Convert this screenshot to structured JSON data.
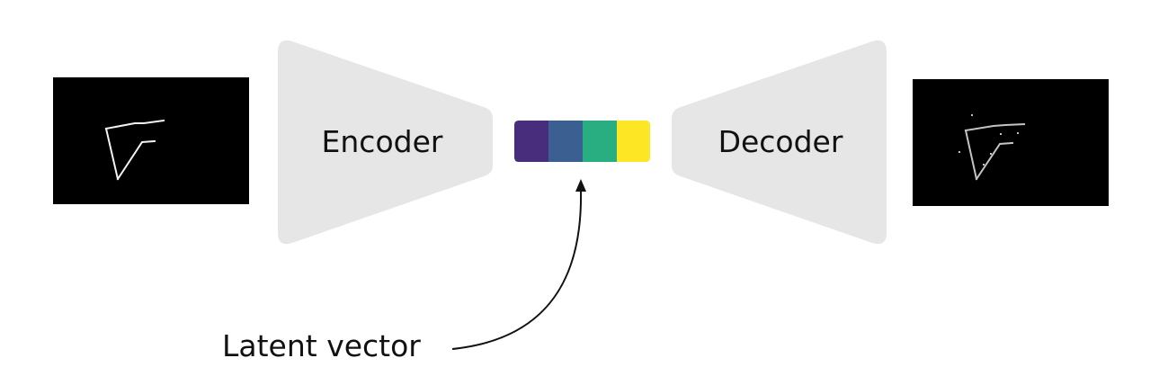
{
  "labels": {
    "encoder": "Encoder",
    "decoder": "Decoder",
    "latent_vector": "Latent vector"
  },
  "colors": {
    "background": "#ffffff",
    "block_fill": "#e6e6e6",
    "image_background": "#000000",
    "stroke_input": "#f2f2f2",
    "stroke_output": "#d9d9d9",
    "arrow": "#111111",
    "latent_cells": [
      "#472d7b",
      "#3b5f91",
      "#28ae80",
      "#fde725"
    ]
  },
  "latent_vector": {
    "cell_count": 4
  }
}
